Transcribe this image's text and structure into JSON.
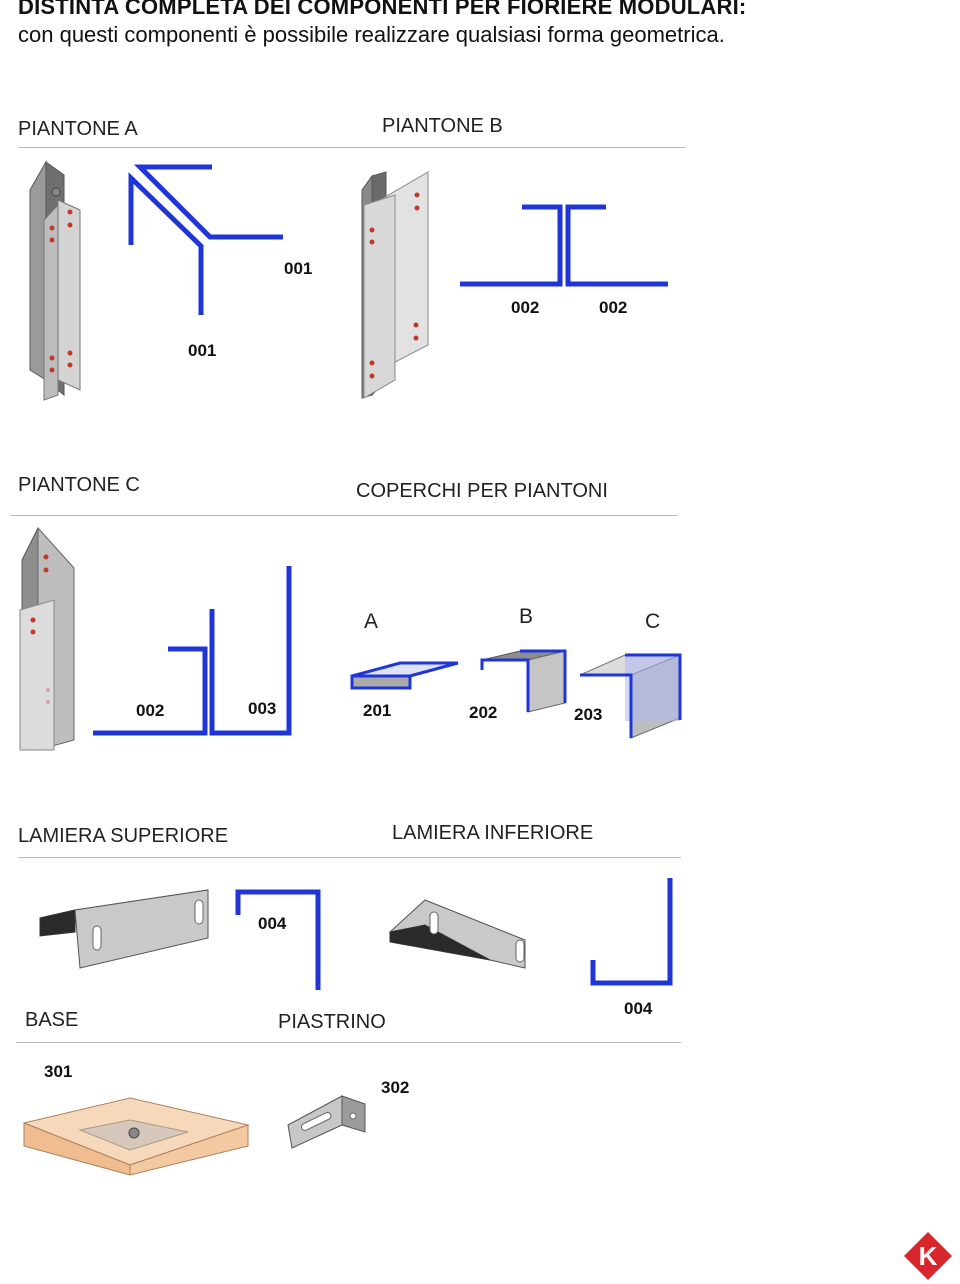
{
  "header": {
    "title": "DISTINTA COMPLETA DEI COMPONENTI PER FIORIERE MODULARI:",
    "subtitle": "con questi componenti è possibile realizzare qualsiasi forma geometrica."
  },
  "sections": {
    "piantone_a": "PIANTONE A",
    "piantone_b": "PIANTONE B",
    "piantone_c": "PIANTONE C",
    "coperchi": "COPERCHI PER PIANTONI",
    "lamiera_superiore": "LAMIERA SUPERIORE",
    "lamiera_inferiore": "LAMIERA INFERIORE",
    "base": "BASE",
    "piastrino": "PIASTRINO"
  },
  "codes": {
    "a1": "001",
    "a2": "001",
    "b1": "002",
    "b2": "002",
    "c1": "002",
    "c2": "003",
    "cop_a": "201",
    "cop_b": "202",
    "cop_c": "203",
    "ls": "004",
    "li": "004",
    "base": "301",
    "piastrino": "302"
  },
  "cover_letters": {
    "a": "A",
    "b": "B",
    "c": "C"
  },
  "logo": {
    "letter": "K",
    "color": "#d8262d"
  },
  "colors": {
    "profile_blue": "#1f35d6",
    "hole_red": "#c0392b",
    "metal": "#c8c8c8"
  }
}
